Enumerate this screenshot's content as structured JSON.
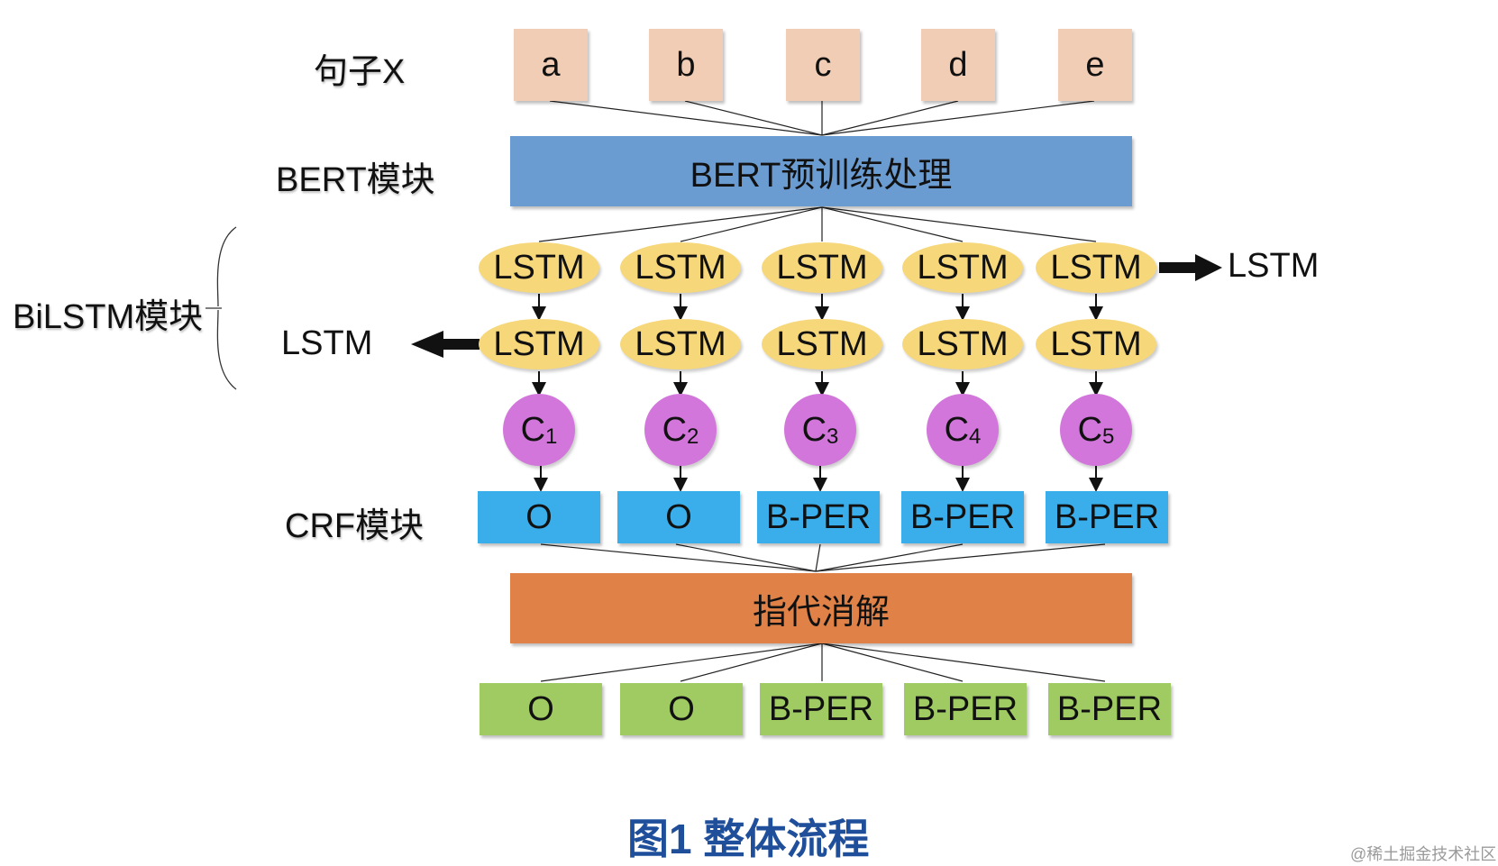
{
  "row_labels": {
    "sentence": "句子X",
    "bert": "BERT模块",
    "bilstm": "BiLSTM模块",
    "crf": "CRF模块"
  },
  "tokens": [
    "a",
    "b",
    "c",
    "d",
    "e"
  ],
  "bert_block": "BERT预训练处理",
  "lstm_forward": [
    "LSTM",
    "LSTM",
    "LSTM",
    "LSTM",
    "LSTM"
  ],
  "lstm_backward": [
    "LSTM",
    "LSTM",
    "LSTM",
    "LSTM",
    "LSTM"
  ],
  "direction_labels": {
    "forward": "LSTM",
    "backward": "LSTM"
  },
  "context_nodes": [
    {
      "letter": "C",
      "sub": "1"
    },
    {
      "letter": "C",
      "sub": "2"
    },
    {
      "letter": "C",
      "sub": "3"
    },
    {
      "letter": "C",
      "sub": "4"
    },
    {
      "letter": "C",
      "sub": "5"
    }
  ],
  "crf_tags": [
    "O",
    "O",
    "B-PER",
    "B-PER",
    "B-PER"
  ],
  "coref_block": "指代消解",
  "output_tags": [
    "O",
    "O",
    "B-PER",
    "B-PER",
    "B-PER"
  ],
  "caption": "图1 整体流程",
  "watermark": "@稀土掘金技术社区",
  "colors": {
    "token": "#f2cdb5",
    "bert": "#6a9bd1",
    "lstm": "#f6d77a",
    "context": "#d276db",
    "crf": "#3aaeea",
    "coref": "#e08247",
    "output": "#9fcb62",
    "caption": "#1f4e9a"
  }
}
